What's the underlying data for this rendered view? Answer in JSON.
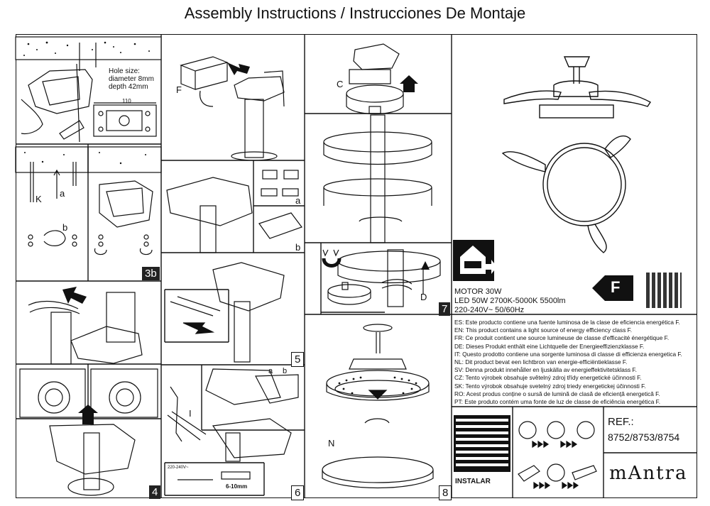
{
  "title": "Assembly Instructions / Instrucciones De Montaje",
  "panel1": {
    "hole_size": "Hole size:",
    "hole_diameter": "diameter 8mm",
    "hole_depth": "depth 42mm",
    "bracket_width": "110"
  },
  "panel3": {
    "label_k": "K",
    "label_a": "a",
    "label_b": "b",
    "step": "3b"
  },
  "panel4": {
    "step": "4"
  },
  "panelF": {
    "label": "F"
  },
  "panel5": {
    "label_a": "a",
    "label_b": "b",
    "step": "5"
  },
  "panel6": {
    "label_i": "I",
    "label_a": "a",
    "label_b": "b",
    "voltage": "220-240V~",
    "strip": "6-10mm",
    "step": "6"
  },
  "panel7": {
    "label_c": "C",
    "label_d": "D",
    "step": "7"
  },
  "panel8": {
    "label_n": "N",
    "step": "8",
    "instalar": "INSTALAR"
  },
  "specs": {
    "motor": "MOTOR 30W",
    "led": "LED 50W 2700K-5000K 5500lm",
    "voltage": "220-240V~ 50/60Hz",
    "energy_class": "F"
  },
  "languages": [
    "ES: Este producto contiene una fuente luminosa de la clase de eficiencia energética F.",
    "EN: This product contains a light source of energy efficiency class F.",
    "FR: Ce produit contient une source lumineuse de classe d'efficacité énergétique F.",
    "DE: Dieses Produkt enthält eine Lichtquelle der Energieeffizienzklasse F.",
    "IT: Questo prodotto contiene una sorgente luminosa di classe di efficienza energetica F.",
    "NL: Dit product bevat een lichtbron van energie-efficiëntieklasse F.",
    "SV: Denna produkt innehåller en ljuskälla av energieffektivitetsklass F.",
    "CZ: Tento výrobek obsahuje světelný zdroj třídy energetické účinnosti F.",
    "SK: Tento výrobok obsahuje svetelný zdroj triedy energetickej účinnosti F.",
    "RO: Acest produs conține o sursă de lumină de clasă de eficiență energetică F.",
    "PT: Este produto contém uma fonte de luz de classe de eficiência energética F."
  ],
  "reference": {
    "label": "REF.:",
    "value": "8752/8753/8754"
  },
  "brand": "mAntra"
}
